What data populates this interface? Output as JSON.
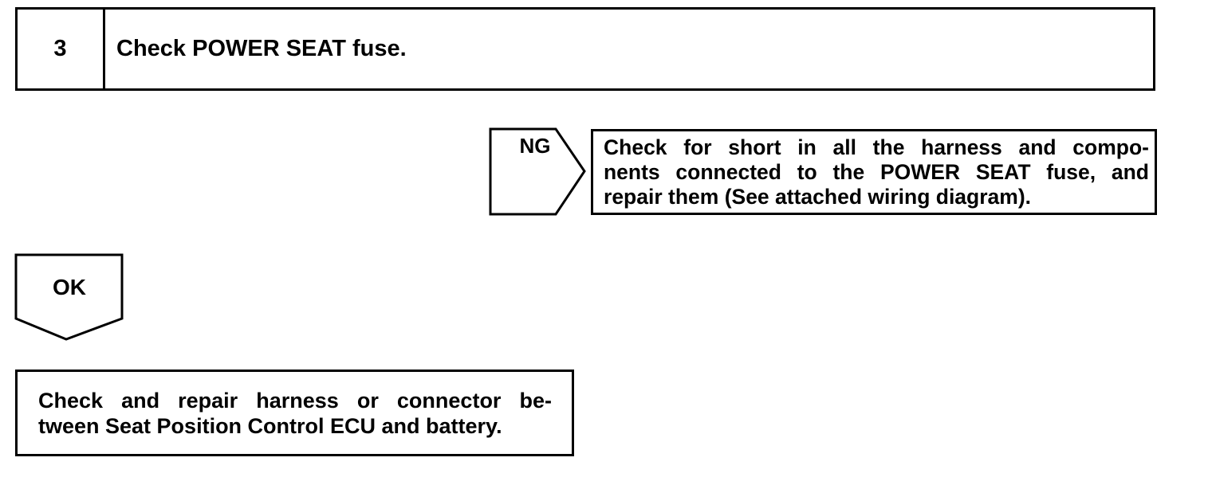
{
  "step": {
    "number": "3",
    "title": "Check POWER SEAT fuse."
  },
  "ng_branch": {
    "label": "NG",
    "action_lines": [
      "Check for short in all the harness and compo-",
      "nents connected to the POWER SEAT fuse, and",
      "repair them (See attached wiring diagram)."
    ]
  },
  "ok_branch": {
    "label": "OK",
    "action_lines": [
      "Check and repair harness or connector be-",
      "tween Seat Position Control ECU and battery."
    ]
  },
  "colors": {
    "stroke": "#000000",
    "background": "#ffffff"
  }
}
